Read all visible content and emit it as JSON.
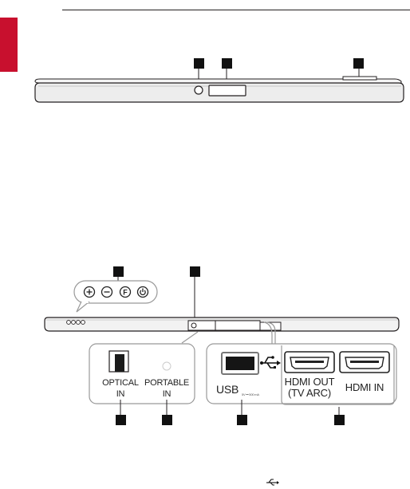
{
  "page": {
    "accent_color": "#c8102e"
  },
  "front_view": {
    "markers": 3
  },
  "rear_view": {
    "button_icons": [
      "plus-icon",
      "minus-icon",
      "function-icon",
      "power-icon"
    ],
    "function_glyph": "F",
    "ports": {
      "optical_line1": "OPTICAL",
      "optical_line2": "IN",
      "portable_line1": "PORTABLE",
      "portable_line2": "IN",
      "usb": "USB",
      "usb_rating": "5V ⎓ 500 mA",
      "hdmi_out_line1": "HDMI OUT",
      "hdmi_out_line2": "(TV ARC)",
      "hdmi_in": "HDMI IN"
    }
  }
}
